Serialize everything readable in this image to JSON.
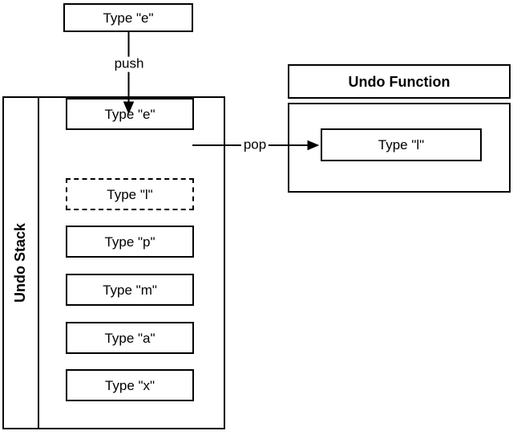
{
  "diagram": {
    "colors": {
      "line": "#000000",
      "background": "#ffffff",
      "text": "#000000"
    },
    "input_box": {
      "label": "Type \"e\""
    },
    "push_label": "push",
    "pop_label": "pop",
    "stack": {
      "title": "Undo Stack",
      "items": [
        {
          "label": "Type \"l\"",
          "style": "dashed"
        },
        {
          "label": "Type \"p\"",
          "style": "solid"
        },
        {
          "label": "Type \"m\"",
          "style": "solid"
        },
        {
          "label": "Type \"a\"",
          "style": "solid"
        },
        {
          "label": "Type \"x\"",
          "style": "solid"
        },
        {
          "label": "Type \"e\"",
          "style": "solid"
        }
      ]
    },
    "undo_function": {
      "title": "Undo Function",
      "item": {
        "label": "Type \"l\""
      }
    }
  }
}
